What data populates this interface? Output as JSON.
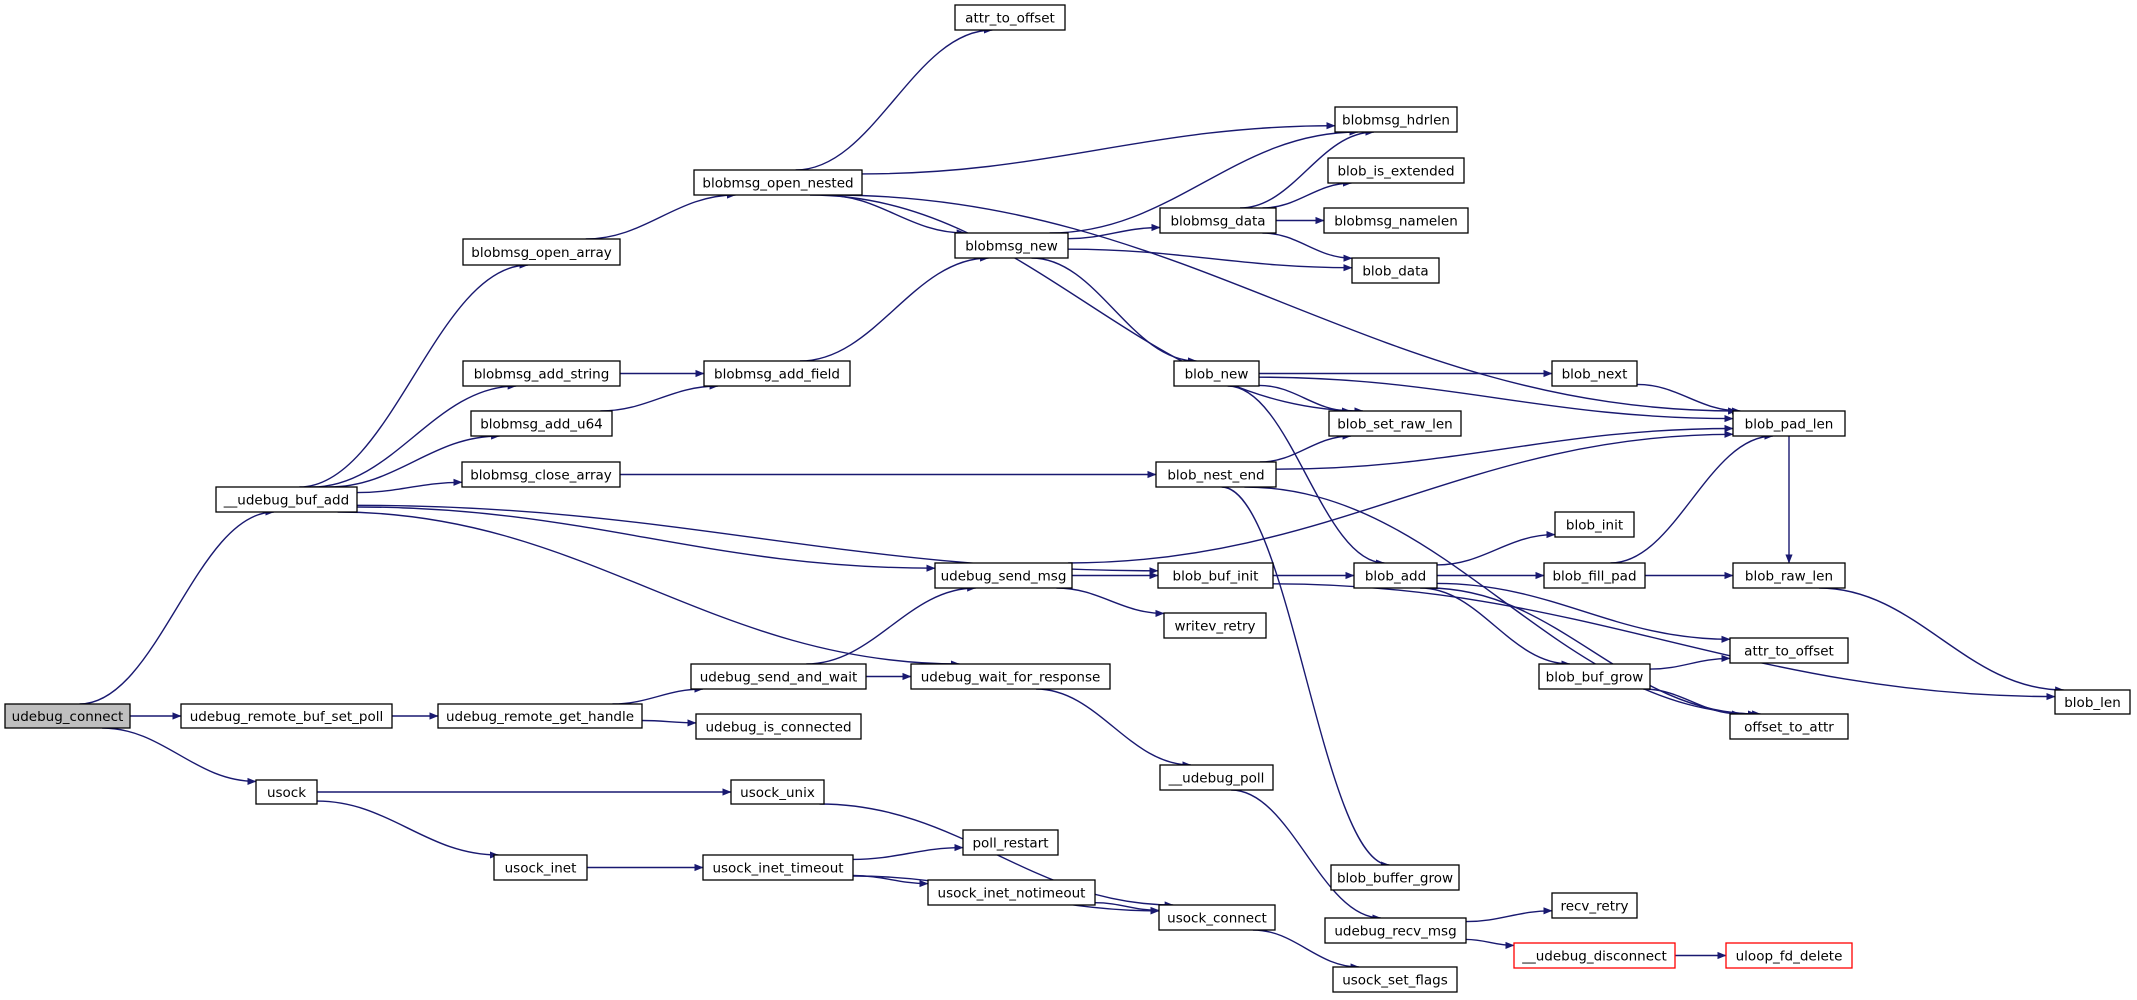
{
  "colors": {
    "edge": "#191970",
    "node_border": "#000000",
    "node_fill": "#ffffff",
    "root_fill": "#bfbfbf",
    "truncated_border": "#ff0000"
  },
  "nodes": [
    {
      "id": "udebug_connect",
      "label": "udebug_connect",
      "style": "root"
    },
    {
      "id": "__udebug_buf_add",
      "label": "__udebug_buf_add"
    },
    {
      "id": "udebug_remote_buf_set_poll",
      "label": "udebug_remote_buf_set_poll"
    },
    {
      "id": "usock",
      "label": "usock"
    },
    {
      "id": "blobmsg_open_array",
      "label": "blobmsg_open_array"
    },
    {
      "id": "blobmsg_add_string",
      "label": "blobmsg_add_string"
    },
    {
      "id": "blobmsg_add_u64",
      "label": "blobmsg_add_u64"
    },
    {
      "id": "blobmsg_close_array",
      "label": "blobmsg_close_array"
    },
    {
      "id": "udebug_remote_get_handle",
      "label": "udebug_remote_get_handle"
    },
    {
      "id": "usock_inet",
      "label": "usock_inet"
    },
    {
      "id": "blobmsg_open_nested",
      "label": "blobmsg_open_nested"
    },
    {
      "id": "blobmsg_add_field",
      "label": "blobmsg_add_field"
    },
    {
      "id": "udebug_send_and_wait",
      "label": "udebug_send_and_wait"
    },
    {
      "id": "udebug_is_connected",
      "label": "udebug_is_connected"
    },
    {
      "id": "usock_unix",
      "label": "usock_unix"
    },
    {
      "id": "usock_inet_timeout",
      "label": "usock_inet_timeout"
    },
    {
      "id": "udebug_wait_for_response",
      "label": "udebug_wait_for_response"
    },
    {
      "id": "udebug_send_msg",
      "label": "udebug_send_msg"
    },
    {
      "id": "poll_restart",
      "label": "poll_restart"
    },
    {
      "id": "usock_inet_notimeout",
      "label": "usock_inet_notimeout"
    },
    {
      "id": "attr_to_offset_top",
      "label": "attr_to_offset"
    },
    {
      "id": "blobmsg_new",
      "label": "blobmsg_new"
    },
    {
      "id": "blob_new",
      "label": "blob_new"
    },
    {
      "id": "blob_nest_end",
      "label": "blob_nest_end"
    },
    {
      "id": "blob_buf_init",
      "label": "blob_buf_init"
    },
    {
      "id": "writev_retry",
      "label": "writev_retry"
    },
    {
      "id": "__udebug_poll",
      "label": "__udebug_poll"
    },
    {
      "id": "usock_connect",
      "label": "usock_connect"
    },
    {
      "id": "blobmsg_data",
      "label": "blobmsg_data"
    },
    {
      "id": "blob_add",
      "label": "blob_add"
    },
    {
      "id": "blobmsg_hdrlen",
      "label": "blobmsg_hdrlen"
    },
    {
      "id": "blob_is_extended",
      "label": "blob_is_extended"
    },
    {
      "id": "blobmsg_namelen",
      "label": "blobmsg_namelen"
    },
    {
      "id": "blob_data",
      "label": "blob_data"
    },
    {
      "id": "blob_set_raw_len",
      "label": "blob_set_raw_len"
    },
    {
      "id": "blob_buffer_grow",
      "label": "blob_buffer_grow"
    },
    {
      "id": "udebug_recv_msg",
      "label": "udebug_recv_msg"
    },
    {
      "id": "usock_set_flags",
      "label": "usock_set_flags"
    },
    {
      "id": "blob_next",
      "label": "blob_next"
    },
    {
      "id": "blob_init",
      "label": "blob_init"
    },
    {
      "id": "blob_fill_pad",
      "label": "blob_fill_pad"
    },
    {
      "id": "blob_buf_grow",
      "label": "blob_buf_grow"
    },
    {
      "id": "recv_retry",
      "label": "recv_retry"
    },
    {
      "id": "__udebug_disconnect",
      "label": "__udebug_disconnect",
      "style": "truncated"
    },
    {
      "id": "blob_pad_len",
      "label": "blob_pad_len"
    },
    {
      "id": "blob_raw_len",
      "label": "blob_raw_len"
    },
    {
      "id": "attr_to_offset_mid",
      "label": "attr_to_offset"
    },
    {
      "id": "offset_to_attr",
      "label": "offset_to_attr"
    },
    {
      "id": "uloop_fd_delete",
      "label": "uloop_fd_delete",
      "style": "truncated"
    },
    {
      "id": "blob_len",
      "label": "blob_len"
    }
  ],
  "edges": [
    [
      "udebug_connect",
      "__udebug_buf_add"
    ],
    [
      "udebug_connect",
      "udebug_remote_buf_set_poll"
    ],
    [
      "udebug_connect",
      "usock"
    ],
    [
      "__udebug_buf_add",
      "blobmsg_open_array"
    ],
    [
      "__udebug_buf_add",
      "blobmsg_add_string"
    ],
    [
      "__udebug_buf_add",
      "blobmsg_add_u64"
    ],
    [
      "__udebug_buf_add",
      "blobmsg_close_array"
    ],
    [
      "__udebug_buf_add",
      "blob_buf_init"
    ],
    [
      "__udebug_buf_add",
      "udebug_send_msg"
    ],
    [
      "__udebug_buf_add",
      "udebug_wait_for_response"
    ],
    [
      "udebug_remote_buf_set_poll",
      "udebug_remote_get_handle"
    ],
    [
      "usock",
      "usock_unix"
    ],
    [
      "usock",
      "usock_inet"
    ],
    [
      "blobmsg_open_array",
      "blobmsg_open_nested"
    ],
    [
      "blobmsg_add_string",
      "blobmsg_add_field"
    ],
    [
      "blobmsg_add_u64",
      "blobmsg_add_field"
    ],
    [
      "blobmsg_close_array",
      "blob_nest_end"
    ],
    [
      "udebug_remote_get_handle",
      "udebug_send_and_wait"
    ],
    [
      "udebug_remote_get_handle",
      "udebug_is_connected"
    ],
    [
      "usock_inet",
      "usock_inet_timeout"
    ],
    [
      "blobmsg_open_nested",
      "attr_to_offset_top"
    ],
    [
      "blobmsg_open_nested",
      "blob_pad_len"
    ],
    [
      "blobmsg_open_nested",
      "blobmsg_hdrlen"
    ],
    [
      "blobmsg_open_nested",
      "blobmsg_new"
    ],
    [
      "blobmsg_open_nested",
      "blob_set_raw_len"
    ],
    [
      "blobmsg_add_field",
      "blobmsg_new"
    ],
    [
      "udebug_send_and_wait",
      "udebug_send_msg"
    ],
    [
      "udebug_send_and_wait",
      "udebug_wait_for_response"
    ],
    [
      "usock_unix",
      "usock_connect"
    ],
    [
      "usock_inet_timeout",
      "poll_restart"
    ],
    [
      "usock_inet_timeout",
      "usock_inet_notimeout"
    ],
    [
      "usock_inet_timeout",
      "usock_connect"
    ],
    [
      "usock_inet_notimeout",
      "usock_connect"
    ],
    [
      "udebug_send_msg",
      "blob_pad_len"
    ],
    [
      "udebug_send_msg",
      "blob_buf_init"
    ],
    [
      "udebug_send_msg",
      "writev_retry"
    ],
    [
      "udebug_wait_for_response",
      "__udebug_poll"
    ],
    [
      "blobmsg_new",
      "blobmsg_hdrlen"
    ],
    [
      "blobmsg_new",
      "blobmsg_data"
    ],
    [
      "blobmsg_new",
      "blob_data"
    ],
    [
      "blobmsg_new",
      "blob_new"
    ],
    [
      "blobmsg_data",
      "blobmsg_hdrlen"
    ],
    [
      "blobmsg_data",
      "blob_is_extended"
    ],
    [
      "blobmsg_data",
      "blobmsg_namelen"
    ],
    [
      "blobmsg_data",
      "blob_data"
    ],
    [
      "blob_new",
      "blob_pad_len"
    ],
    [
      "blob_new",
      "blob_next"
    ],
    [
      "blob_new",
      "blob_set_raw_len"
    ],
    [
      "blob_new",
      "blob_add"
    ],
    [
      "blob_nest_end",
      "blob_set_raw_len"
    ],
    [
      "blob_nest_end",
      "blob_pad_len"
    ],
    [
      "blob_nest_end",
      "blob_buffer_grow"
    ],
    [
      "blob_nest_end",
      "offset_to_attr"
    ],
    [
      "blob_buf_init",
      "blob_add"
    ],
    [
      "blob_buf_init",
      "blob_len"
    ],
    [
      "__udebug_poll",
      "udebug_recv_msg"
    ],
    [
      "usock_connect",
      "usock_set_flags"
    ],
    [
      "blob_add",
      "blob_init"
    ],
    [
      "blob_add",
      "blob_fill_pad"
    ],
    [
      "blob_add",
      "attr_to_offset_mid"
    ],
    [
      "blob_add",
      "blob_buf_grow"
    ],
    [
      "blob_add",
      "offset_to_attr"
    ],
    [
      "blob_next",
      "blob_pad_len"
    ],
    [
      "blob_fill_pad",
      "blob_pad_len"
    ],
    [
      "blob_fill_pad",
      "blob_raw_len"
    ],
    [
      "blob_buf_grow",
      "attr_to_offset_mid"
    ],
    [
      "blob_buf_grow",
      "offset_to_attr"
    ],
    [
      "udebug_recv_msg",
      "recv_retry"
    ],
    [
      "udebug_recv_msg",
      "__udebug_disconnect"
    ],
    [
      "__udebug_disconnect",
      "uloop_fd_delete"
    ],
    [
      "blob_pad_len",
      "blob_raw_len"
    ],
    [
      "blob_raw_len",
      "blob_len"
    ]
  ]
}
